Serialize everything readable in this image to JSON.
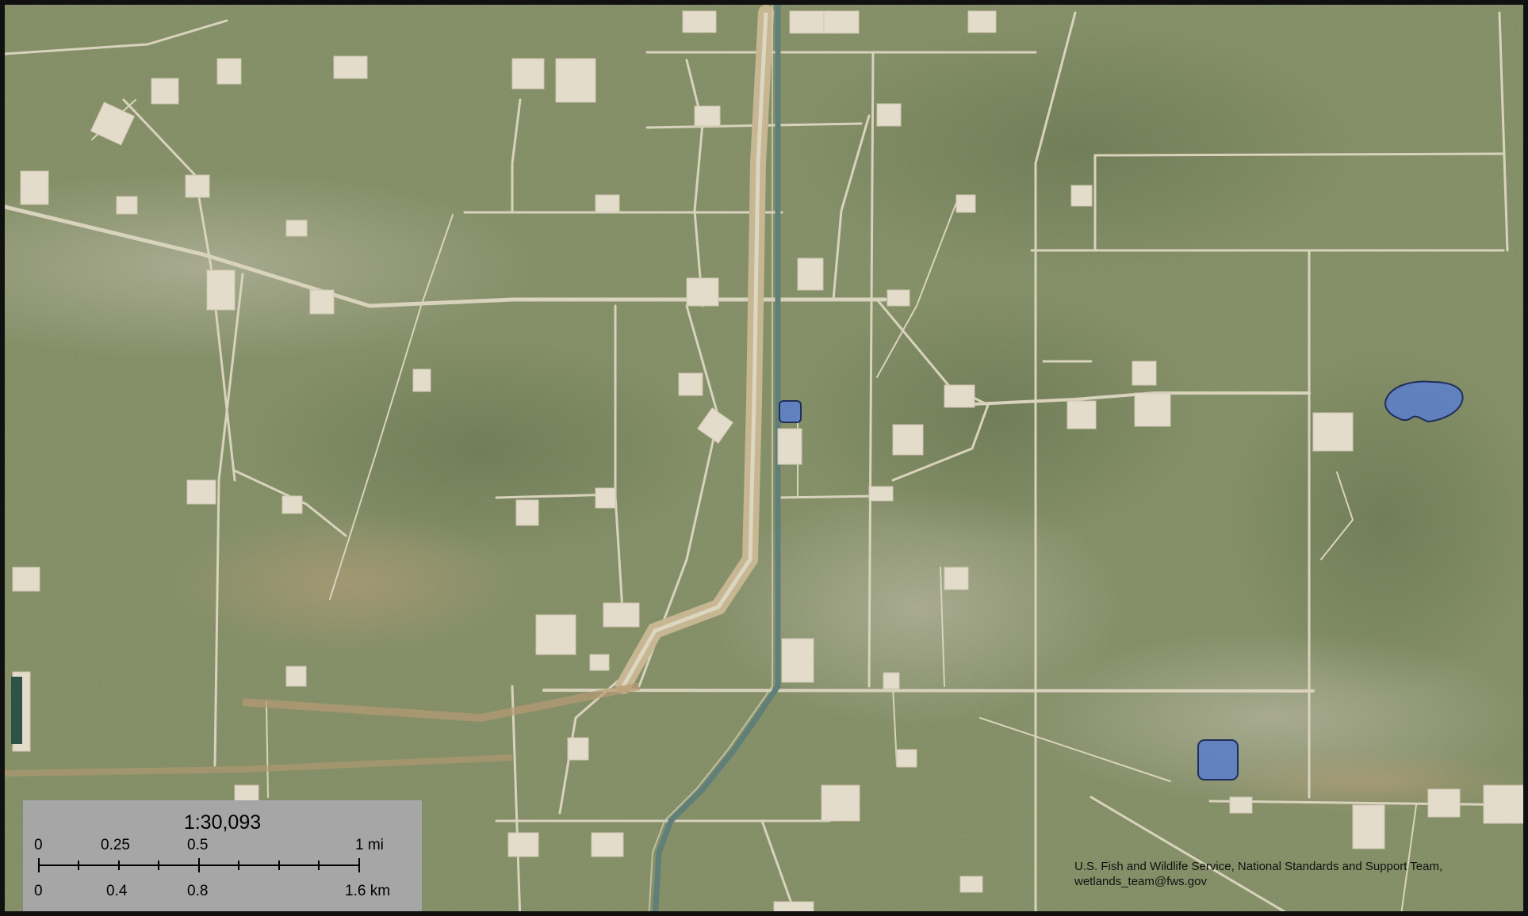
{
  "map": {
    "type": "aerial-imagery",
    "features": [
      {
        "name": "wetland",
        "shape": "rounded-rect",
        "color": "#5c7fc7"
      },
      {
        "name": "wetland",
        "shape": "rounded-rect",
        "color": "#5c7fc7"
      },
      {
        "name": "wetland",
        "shape": "blob",
        "color": "#5c7fc7"
      }
    ],
    "colors": {
      "terrain": "#7e8a5e",
      "road": "#d9d2bd",
      "pad": "#e3dccb",
      "wetland_fill": "#5c7fc7",
      "wetland_outline": "#1f2f5a",
      "canal": "#5f7f78"
    }
  },
  "scale": {
    "ratio": "1:30,093",
    "miles": [
      "0",
      "0.25",
      "0.5",
      "1 mi"
    ],
    "km": [
      "0",
      "0.4",
      "0.8",
      "1.6 km"
    ]
  },
  "attribution": {
    "line1": "U.S. Fish and Wildlife Service, National Standards and Support Team,",
    "line2": "wetlands_team@fws.gov"
  }
}
